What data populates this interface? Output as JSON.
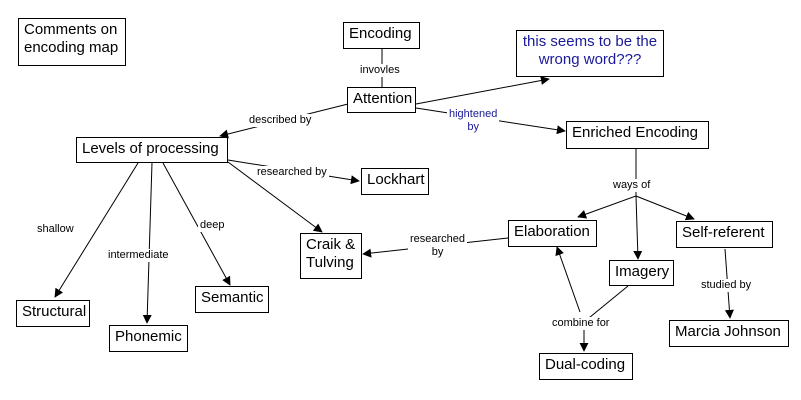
{
  "nodes": {
    "comments": "Comments on\nencoding map",
    "encoding": "Encoding",
    "note": "this seems to be the\nwrong word???",
    "attention": "Attention",
    "levels": "Levels of processing",
    "enriched": "Enriched Encoding",
    "lockhart": "Lockhart",
    "craik": "Craik &\nTulving",
    "elaboration": "Elaboration",
    "selfref": "Self-referent",
    "structural": "Structural",
    "semantic": "Semantic",
    "phonemic": "Phonemic",
    "imagery": "Imagery",
    "marcia": "Marcia Johnson",
    "dual": "Dual-coding"
  },
  "links": {
    "involves": "invovles",
    "described_by": "described by",
    "hightened_by": "hightened\nby",
    "researched_by_1": "researched by",
    "shallow": "shallow",
    "intermediate": "intermediate",
    "deep": "deep",
    "ways_of": "ways of",
    "researched_by_2": "researched\nby",
    "studied_by": "studied by",
    "combine_for": "combine for"
  },
  "colors": {
    "line": "#000000",
    "annotation": "#1a1a9a"
  }
}
